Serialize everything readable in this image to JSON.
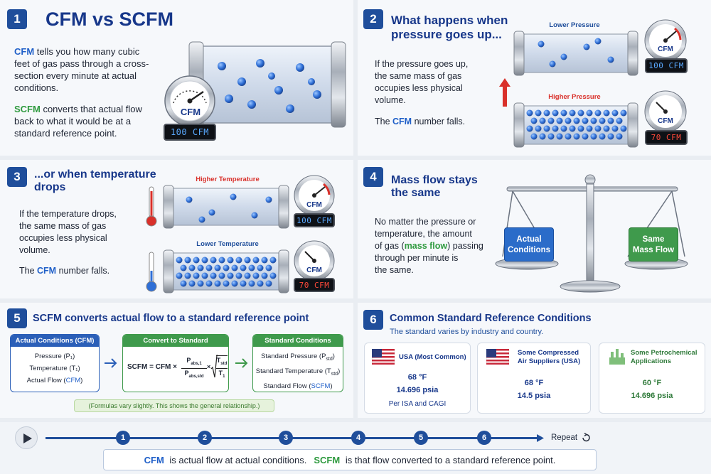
{
  "panel1": {
    "num": "1",
    "title": "CFM vs SCFM",
    "p1_term": "CFM",
    "p1_text_a": " tells you how many cubic",
    "p1_text_b": "feet of gas pass through a cross-",
    "p1_text_c": "section every minute at actual",
    "p1_text_d": "conditions.",
    "p2_term": "SCFM",
    "p2_text_a": " converts that actual flow",
    "p2_text_b": "back to what it would be at a",
    "p2_text_c": "standard reference point.",
    "gauge_label": "CFM",
    "display": "100 CFM"
  },
  "panel2": {
    "num": "2",
    "title_a": "What happens when",
    "title_b": "pressure goes up...",
    "text_a": "If the pressure goes up,",
    "text_b": "the same mass of gas",
    "text_c": "occupies less physical",
    "text_d": "volume.",
    "falls_pre": "The ",
    "falls_term": "CFM",
    "falls_post": " number falls.",
    "top_caption": "Lower Pressure",
    "bottom_caption": "Higher Pressure",
    "gauge_label": "CFM",
    "display_top": "100 CFM",
    "display_bottom": "70 CFM"
  },
  "panel3": {
    "num": "3",
    "title_a": "...or when temperature",
    "title_b": "drops",
    "text_a": "If the temperature drops,",
    "text_b": "the same mass of gas",
    "text_c": "occupies less physical",
    "text_d": "volume.",
    "falls_pre": "The ",
    "falls_term": "CFM",
    "falls_post": " number falls.",
    "top_caption": "Higher Temperature",
    "bottom_caption": "Lower Temperature",
    "gauge_label": "CFM",
    "display_top": "100 CFM",
    "display_bottom": "70 CFM"
  },
  "panel4": {
    "num": "4",
    "title_a": "Mass flow stays",
    "title_b": "the same",
    "text_a": "No matter the pressure or",
    "text_b": "temperature, the amount",
    "text_c_pre": "of gas (",
    "text_c_term": "mass flow",
    "text_c_post": ") passing",
    "text_d": "through per minute is",
    "text_e": "the same.",
    "left_pan_a": "Actual",
    "left_pan_b": "Conditions",
    "right_pan_a": "Same",
    "right_pan_b": "Mass Flow"
  },
  "panel5": {
    "num": "5",
    "title": "SCFM converts actual flow to a standard reference point",
    "box1": {
      "header": "Actual Conditions (CFM)",
      "line1": "Pressure (P₁)",
      "line2": "Temperature (T₁)",
      "line3_pre": "Actual Flow (",
      "line3_term": "CFM",
      "line3_post": ")"
    },
    "box2": {
      "header": "Convert to Standard",
      "lhs": "SCFM = CFM ×",
      "p_num": "P",
      "p_num_sub": "abs,1",
      "p_den": "P",
      "p_den_sub": "abs,std",
      "times": "×",
      "t_num": "T",
      "t_num_sub": "std",
      "t_den": "T",
      "t_den_sub": "1"
    },
    "box3": {
      "header": "Standard Conditions (SCFM)",
      "line1": "Standard Pressure (P",
      "line1_sub": "std",
      "line1_post": ")",
      "line2": "Standard Temperature (T",
      "line2_sub": "std",
      "line2_post": ")",
      "line3_pre": "Standard Flow (",
      "line3_term": "SCFM",
      "line3_post": ")"
    },
    "note": "(Formulas vary slightly. This shows the general relationship.)"
  },
  "panel6": {
    "num": "6",
    "title": "Common Standard Reference Conditions",
    "subtitle": "The standard varies by industry and country.",
    "cards": [
      {
        "heading": "USA (Most Common)",
        "temp": "68 °F",
        "pressure": "14.696 psia",
        "extra": "Per ISA and CAGI"
      },
      {
        "heading_a": "Some Compressed",
        "heading_b": "Air Suppliers (USA)",
        "temp": "68 °F",
        "pressure": "14.5 psia"
      },
      {
        "heading_a": "Some Petrochemical",
        "heading_b": "Applications",
        "temp": "60 °F",
        "pressure": "14.696 psia"
      }
    ]
  },
  "timeline": {
    "steps": [
      "1",
      "2",
      "3",
      "4",
      "5",
      "6"
    ],
    "repeat_label": "Repeat",
    "summary_term1": "CFM",
    "summary_text1": " is actual flow at actual conditions.",
    "summary_term2": "SCFM",
    "summary_text2": " is that flow converted to a standard reference point."
  },
  "colors": {
    "title_blue": "#17378a",
    "accent_blue": "#1f5fc8",
    "accent_green": "#2f9a3f",
    "alert_red": "#d9302a"
  }
}
